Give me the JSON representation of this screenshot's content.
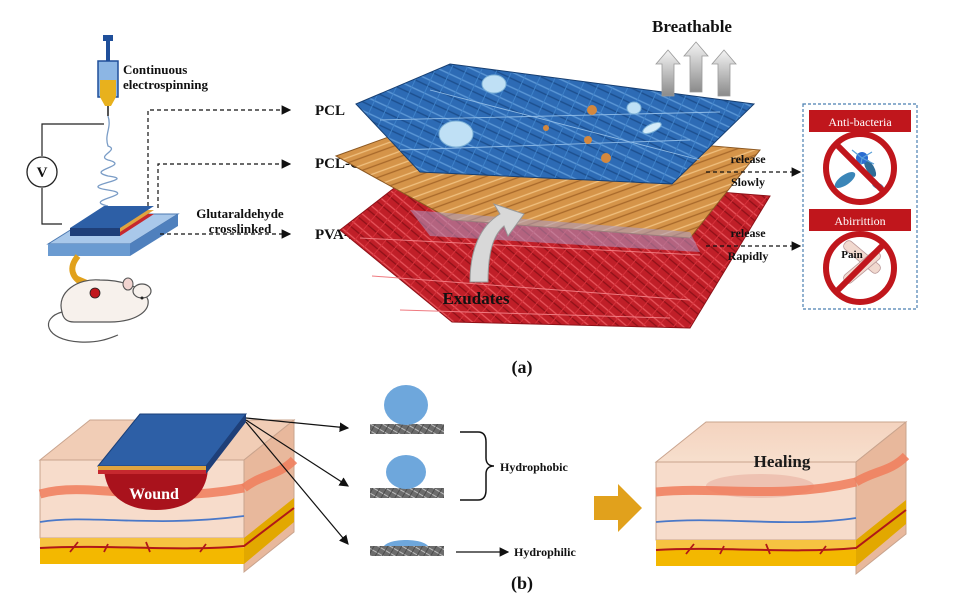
{
  "panel_a": {
    "caption": "(a)",
    "electrospinning_label_line1": "Continuous",
    "electrospinning_label_line2": "electrospinning",
    "voltage_label": "V",
    "crosslink_label_line1": "Glutaraldehyde",
    "crosslink_label_line2": "crosslinked",
    "layers": [
      "PCL",
      "PCL-CIP",
      "PVA-LID"
    ],
    "breathable_label": "Breathable",
    "exudates_label": "Exudates",
    "release_slow": {
      "line1": "release",
      "line2": "Slowly"
    },
    "release_rapid": {
      "line1": "release",
      "line2": "Rapidly"
    },
    "effects": [
      {
        "title": "Anti-bacteria"
      },
      {
        "title": "Abirrittion",
        "inner_label": "Pain"
      }
    ]
  },
  "panel_b": {
    "caption": "(b)",
    "wound_label": "Wound",
    "healing_label": "Healing",
    "hydrophobic_label": "Hydrophobic",
    "hydrophilic_label": "Hydrophilic"
  },
  "colors": {
    "pcl_blue": "#2e6fb8",
    "cip_orange": "#d79a52",
    "pva_red": "#c0202a",
    "badge_red": "#c0161c",
    "dashed_frame": "#4a7fb0",
    "arrow_gold": "#e1a11c"
  }
}
